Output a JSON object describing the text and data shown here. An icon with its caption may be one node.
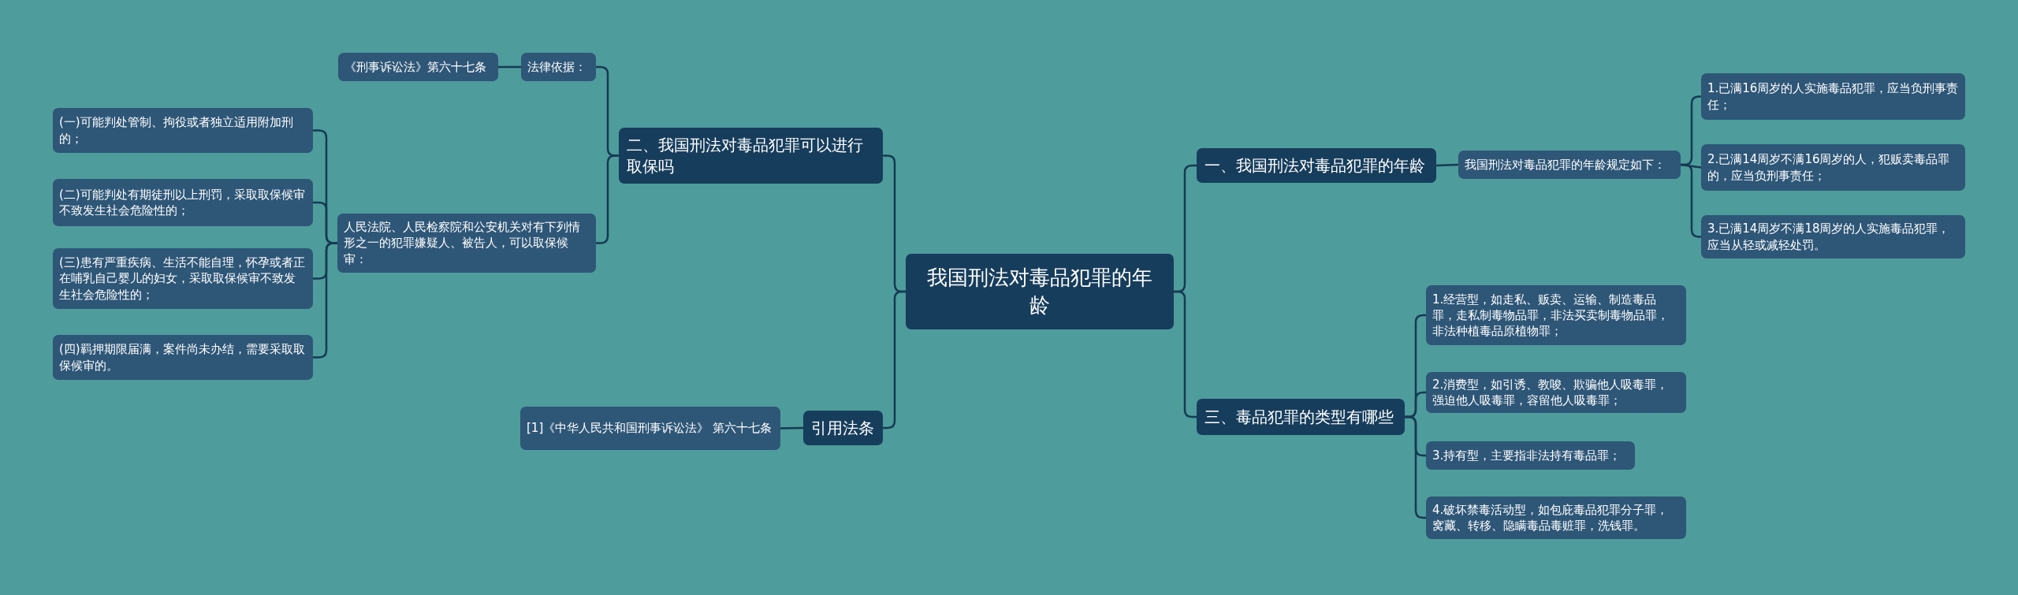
{
  "diagram": {
    "nodes": [
      {
        "text": [
          "我国刑法对毒品犯罪的年龄"
        ]
      },
      {
        "text": [
          "二、我国刑法对毒品犯罪可以进行取保吗"
        ]
      },
      {
        "text": [
          "法律依据："
        ]
      },
      {
        "text": [
          "《刑事诉讼法》第六十七条"
        ]
      },
      {
        "text": [
          "人民法院、人民检察院和公安机关对有下列情形之一的犯罪嫌疑人、被告人，可以取保候审："
        ]
      },
      {
        "text": [
          "(一)可能判处管制、拘役或者独立适用附加刑的；"
        ]
      },
      {
        "text": [
          "(二)可能判处有期徒刑以上刑罚，采取取保候审不致发生社会危险性的；"
        ]
      },
      {
        "text": [
          "(三)患有严重疾病、生活不能自理，怀孕或者正在哺乳自己婴儿的妇女，采取取保候审不致发生社会危险性的；"
        ]
      },
      {
        "text": [
          "(四)羁押期限届满，案件尚未办结，需要采取取保候审的。"
        ]
      },
      {
        "text": [
          "引用法条"
        ]
      },
      {
        "text": [
          "[1]《中华人民共和国刑事诉讼法》 第六十七条"
        ]
      },
      {
        "text": [
          "一、我国刑法对毒品犯罪的年龄"
        ]
      },
      {
        "text": [
          "我国刑法对毒品犯罪的年龄规定如下："
        ]
      },
      {
        "text": [
          "1.已满16周岁的人实施毒品犯罪，应当负刑事责任；"
        ]
      },
      {
        "text": [
          "2.已满14周岁不满16周岁的人，犯贩卖毒品罪的，应当负刑事责任；"
        ]
      },
      {
        "text": [
          "3.已满14周岁不满18周岁的人实施毒品犯罪，应当从轻或减轻处罚。"
        ]
      },
      {
        "text": [
          "三、毒品犯罪的类型有哪些"
        ]
      },
      {
        "text": [
          "1.经营型，如走私、贩卖、运输、制造毒品罪，走私制毒物品罪，非法买卖制毒物品罪，非法种植毒品原植物罪；"
        ]
      },
      {
        "text": [
          "2.消费型，如引诱、教唆、欺骗他人吸毒罪，强迫他人吸毒罪，容留他人吸毒罪；"
        ]
      },
      {
        "text": [
          "3.持有型，主要指非法持有毒品罪；"
        ]
      },
      {
        "text": [
          "4.破坏禁毒活动型，如包庇毒品犯罪分子罪，窝藏、转移、隐瞒毒品毒赃罪，洗钱罪。"
        ]
      }
    ],
    "edges": [
      {
        "from": 0,
        "to": 1,
        "arrow": "none"
      },
      {
        "from": 1,
        "to": 2,
        "arrow": "none"
      },
      {
        "from": 2,
        "to": 3,
        "arrow": "none"
      },
      {
        "from": 1,
        "to": 4,
        "arrow": "none"
      },
      {
        "from": 4,
        "to": 5,
        "arrow": "none"
      },
      {
        "from": 4,
        "to": 6,
        "arrow": "none"
      },
      {
        "from": 4,
        "to": 7,
        "arrow": "none"
      },
      {
        "from": 4,
        "to": 8,
        "arrow": "none"
      },
      {
        "from": 0,
        "to": 9,
        "arrow": "none"
      },
      {
        "from": 9,
        "to": 10,
        "arrow": "none"
      },
      {
        "from": 0,
        "to": 11,
        "arrow": "none"
      },
      {
        "from": 11,
        "to": 12,
        "arrow": "none"
      },
      {
        "from": 12,
        "to": 13,
        "arrow": "none"
      },
      {
        "from": 12,
        "to": 14,
        "arrow": "none"
      },
      {
        "from": 12,
        "to": 15,
        "arrow": "none"
      },
      {
        "from": 0,
        "to": 16,
        "arrow": "none"
      },
      {
        "from": 16,
        "to": 17,
        "arrow": "none"
      },
      {
        "from": 16,
        "to": 18,
        "arrow": "none"
      },
      {
        "from": 16,
        "to": 19,
        "arrow": "none"
      },
      {
        "from": 16,
        "to": 20,
        "arrow": "none"
      }
    ]
  }
}
